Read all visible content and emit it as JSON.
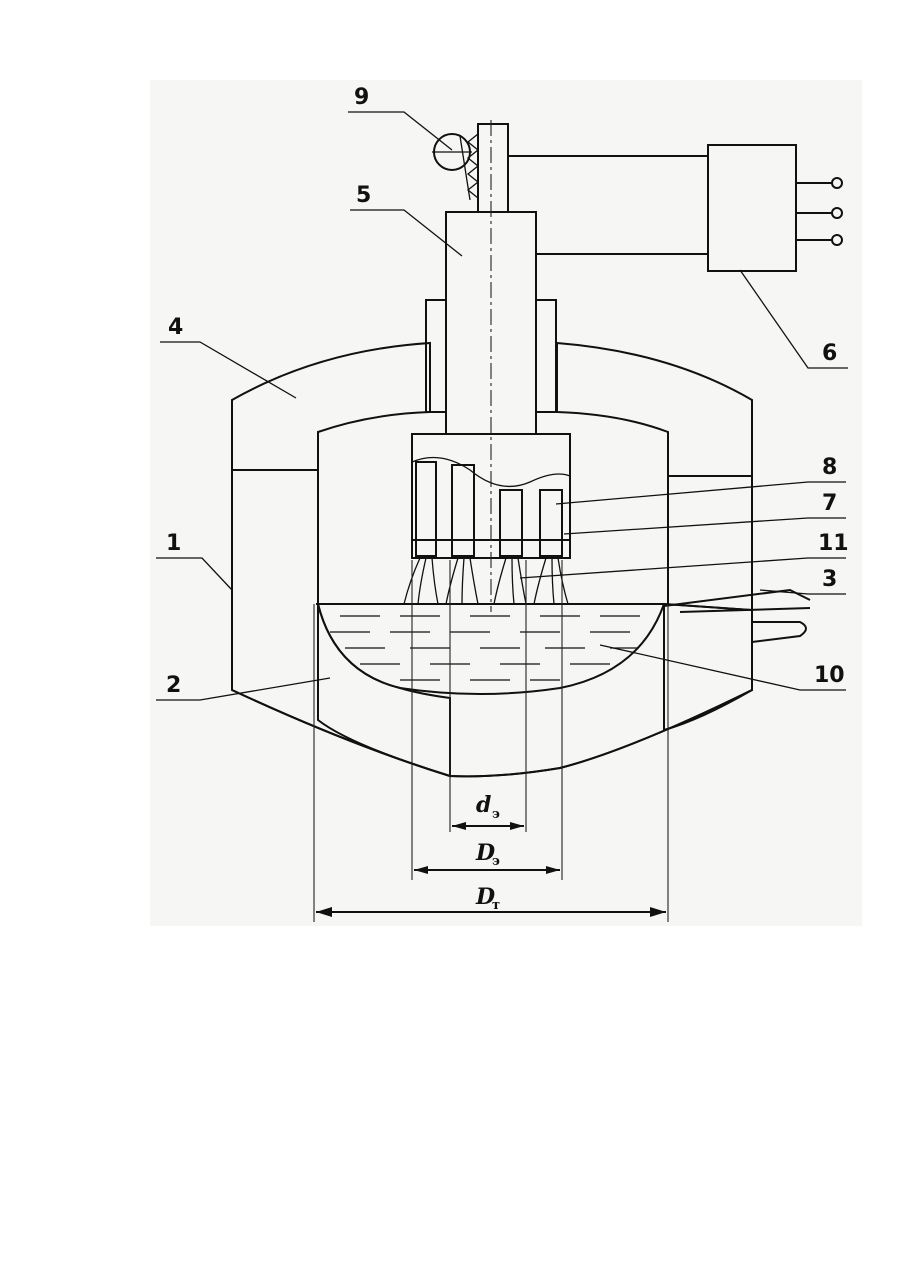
{
  "labels": {
    "l1": "1",
    "l2": "2",
    "l3": "3",
    "l4": "4",
    "l5": "5",
    "l6": "6",
    "l7": "7",
    "l8": "8",
    "l9": "9",
    "l10": "10",
    "l11": "11"
  },
  "dimensions": {
    "d_main": "d",
    "d_sub": "э",
    "De_main": "D",
    "De_sub": "э",
    "Dt_main": "D",
    "Dt_sub": "т"
  },
  "colors": {
    "ink": "#111111",
    "paper": "#ffffff",
    "scan_background": "#f6f6f4"
  }
}
